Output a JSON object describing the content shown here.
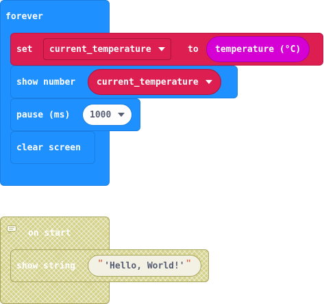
{
  "colors": {
    "loops_blue": "#1e90ff",
    "variables_red": "#dc1e50",
    "input_magenta": "#d400d4",
    "disabled_yellow": "#d4d28c"
  },
  "forever": {
    "label": "forever",
    "set": {
      "keyword": "set",
      "variable": "current_temperature",
      "to_label": "to",
      "value": "temperature (°C)"
    },
    "show_number": {
      "label": "show number",
      "variable": "current_temperature"
    },
    "pause": {
      "label": "pause (ms)",
      "value": "1000"
    },
    "clear_screen": {
      "label": "clear screen"
    }
  },
  "on_start": {
    "label": "on start",
    "comment_icon": "comment-icon",
    "show_string": {
      "label": "show string",
      "open_quote": "\"",
      "value": "'Hello, World!'",
      "close_quote": "\""
    }
  }
}
